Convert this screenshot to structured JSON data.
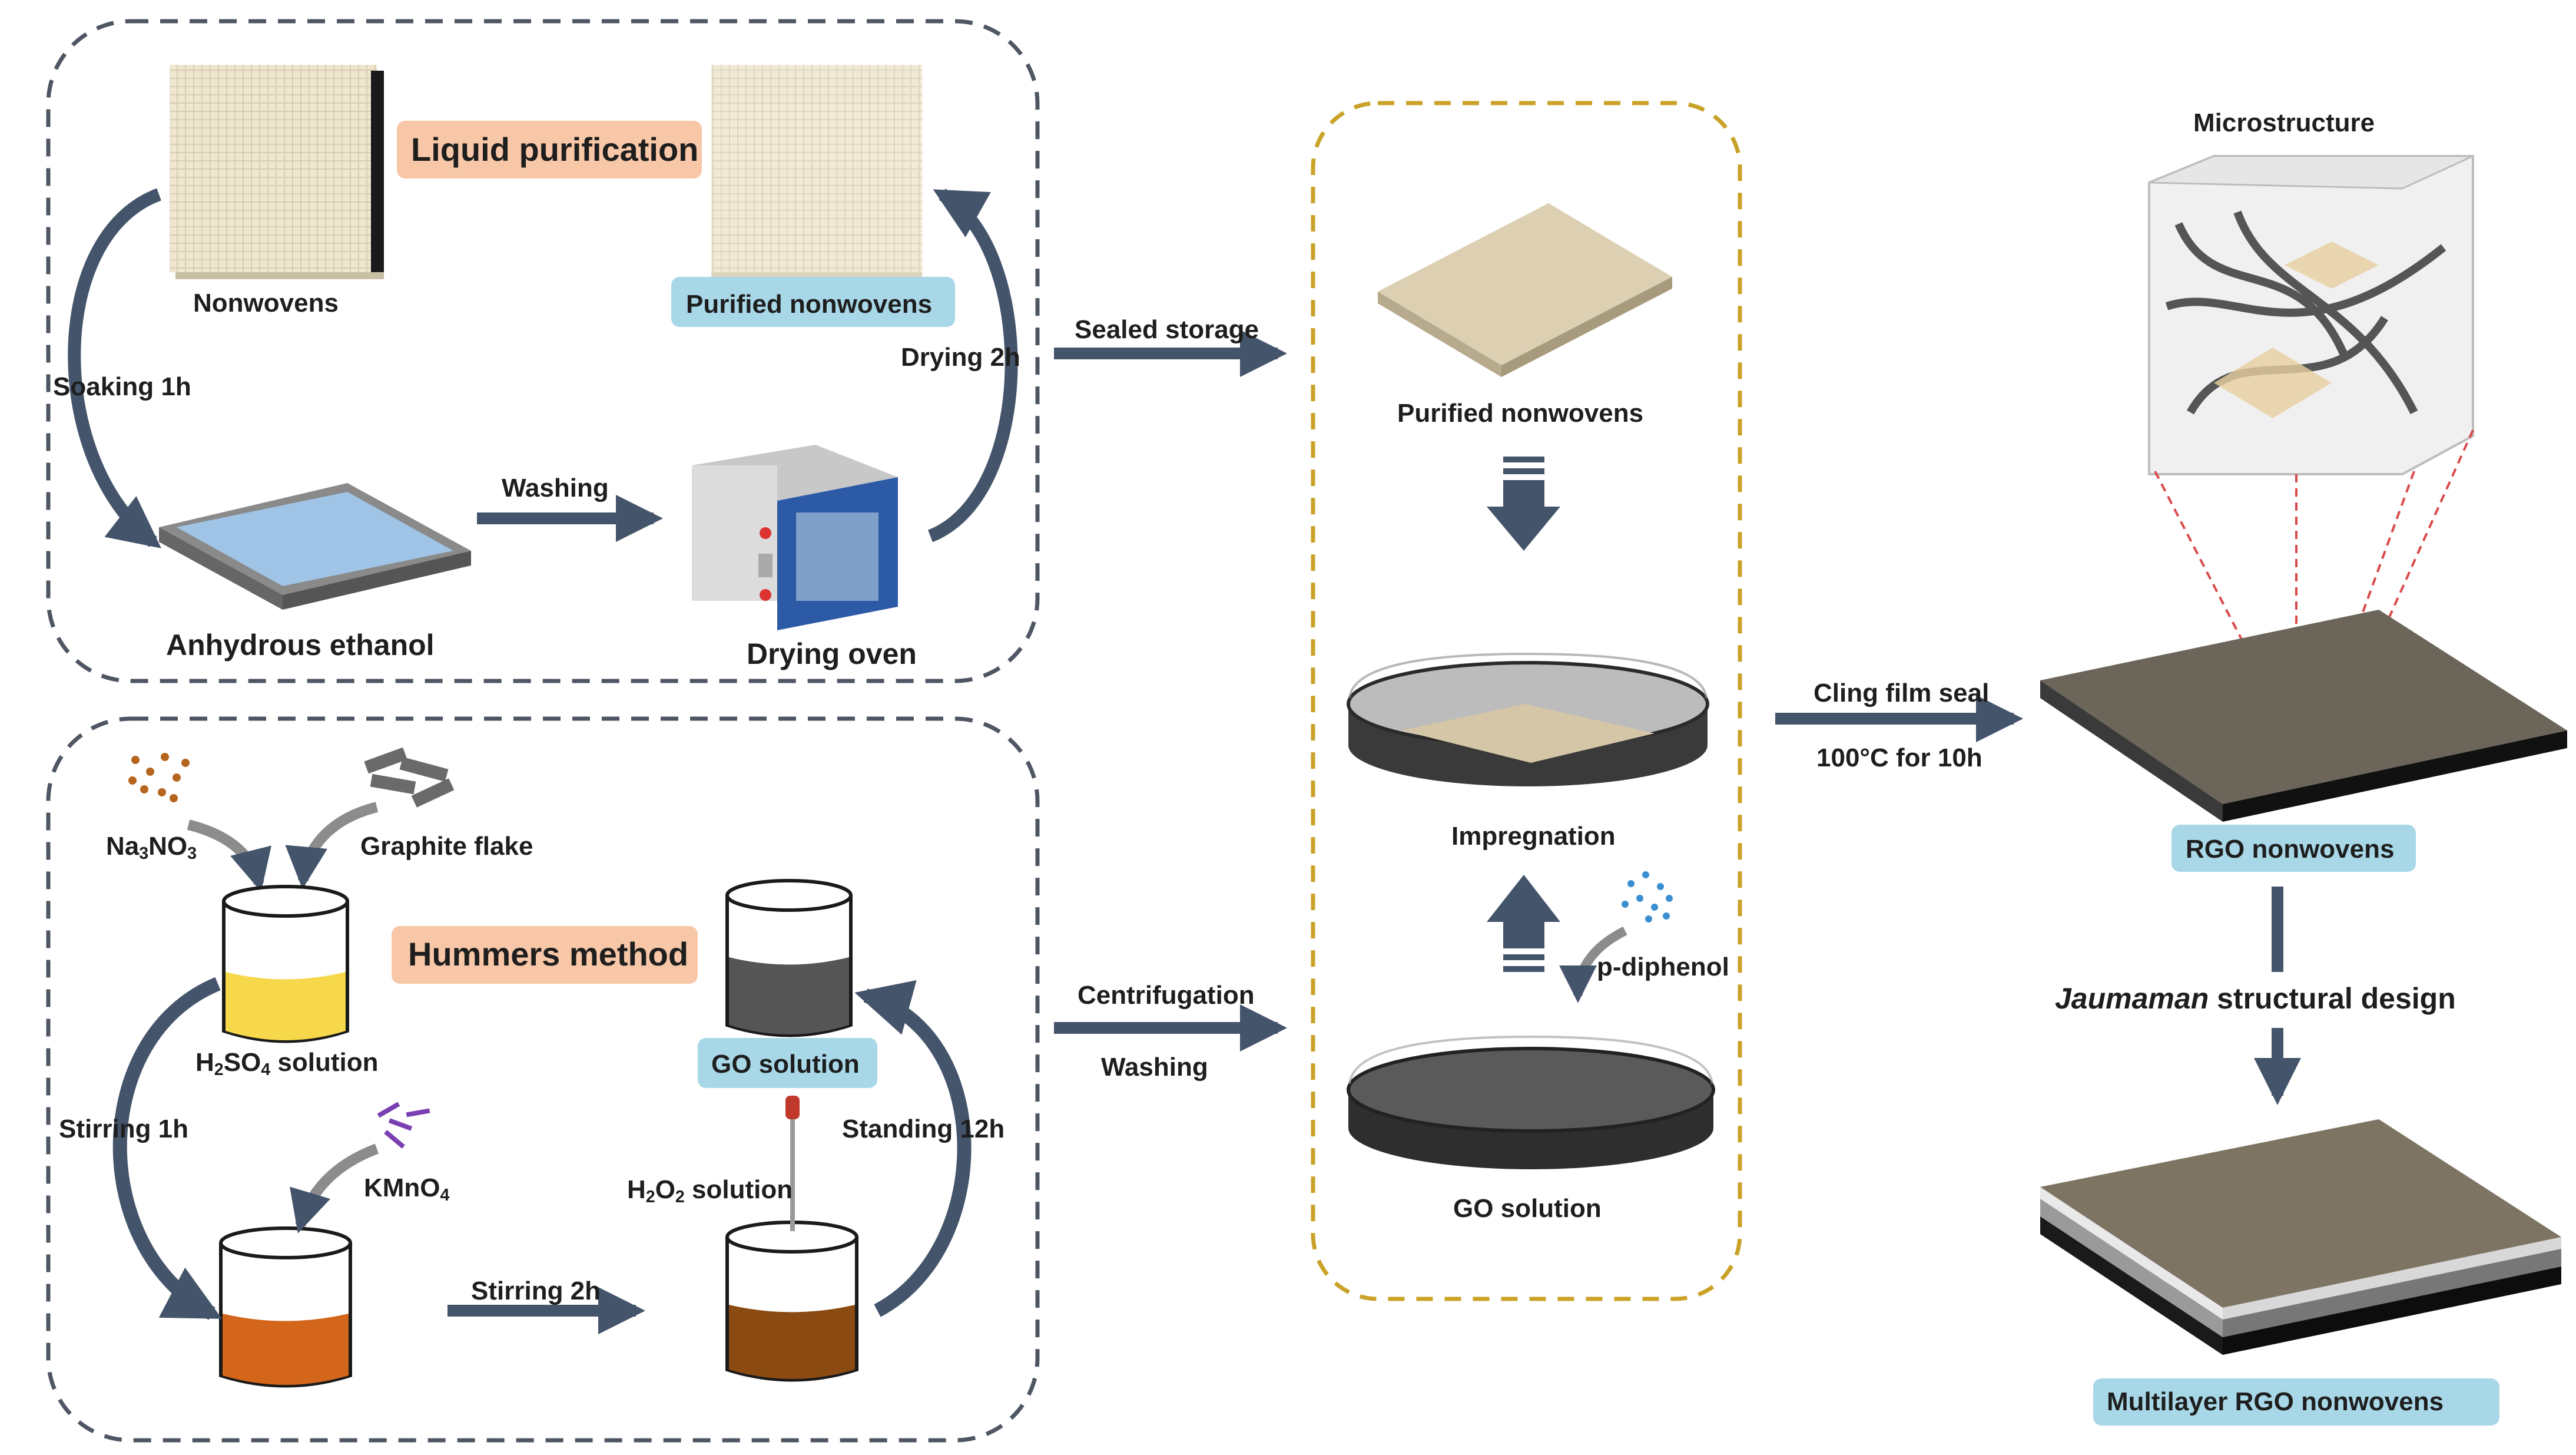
{
  "labels": {
    "liquid_purification": "Liquid purification",
    "nonwovens": "Nonwovens",
    "purified_nonwovens_top": "Purified nonwovens",
    "soaking": "Soaking 1h",
    "drying_2h": "Drying 2h",
    "washing_top": "Washing",
    "anhydrous_ethanol": "Anhydrous ethanol",
    "drying_oven": "Drying oven",
    "sealed_storage": "Sealed storage",
    "purified_nonwovens_mid": "Purified nonwovens",
    "impregnation": "Impregnation",
    "p_diphenol": "p-diphenol",
    "go_solution_mid": "GO solution",
    "centrifugation": "Centrifugation",
    "washing_mid": "Washing",
    "cling_film_seal": "Cling film seal",
    "temp_time": "100°C for 10h",
    "microstructure": "Microstructure",
    "rgo_nonwovens": "RGO nonwovens",
    "jaumaman_italic": "Jaumaman",
    "structural_design": " structural design",
    "multilayer_rgo": "Multilayer RGO nonwovens",
    "hummers_method": "Hummers method",
    "graphite_flake": "Graphite flake",
    "na_base": "Na",
    "na_sub1": "3",
    "na_mid": "NO",
    "na_sub2": "3",
    "h2so4_h": "H",
    "h2so4_sub1": "2",
    "h2so4_mid": "SO",
    "h2so4_sub2": "4",
    "h2so4_tail": " solution",
    "go_solution_bottom": "GO solution",
    "stirring_1h": "Stirring 1h",
    "standing_12h": "Standing 12h",
    "kmno": "KMnO",
    "kmno_sub": "4",
    "h2o2_h": "H",
    "h2o2_sub1": "2",
    "h2o2_o": "O",
    "h2o2_sub2": "2",
    "h2o2_tail": " solution",
    "stirring_2h": "Stirring 2h"
  },
  "colors": {
    "arrow": "#44546a",
    "dash_gray": "#4f5663",
    "dash_gold": "#c9a227",
    "pill_blue": "#a8d8e8",
    "pill_peach": "#f7c7a7",
    "fabric": "#efe6d0",
    "yellow_solution": "#f6d84a",
    "orange_solution": "#d3661b",
    "brown_solution": "#8a4a12",
    "go_dark": "#555555"
  }
}
